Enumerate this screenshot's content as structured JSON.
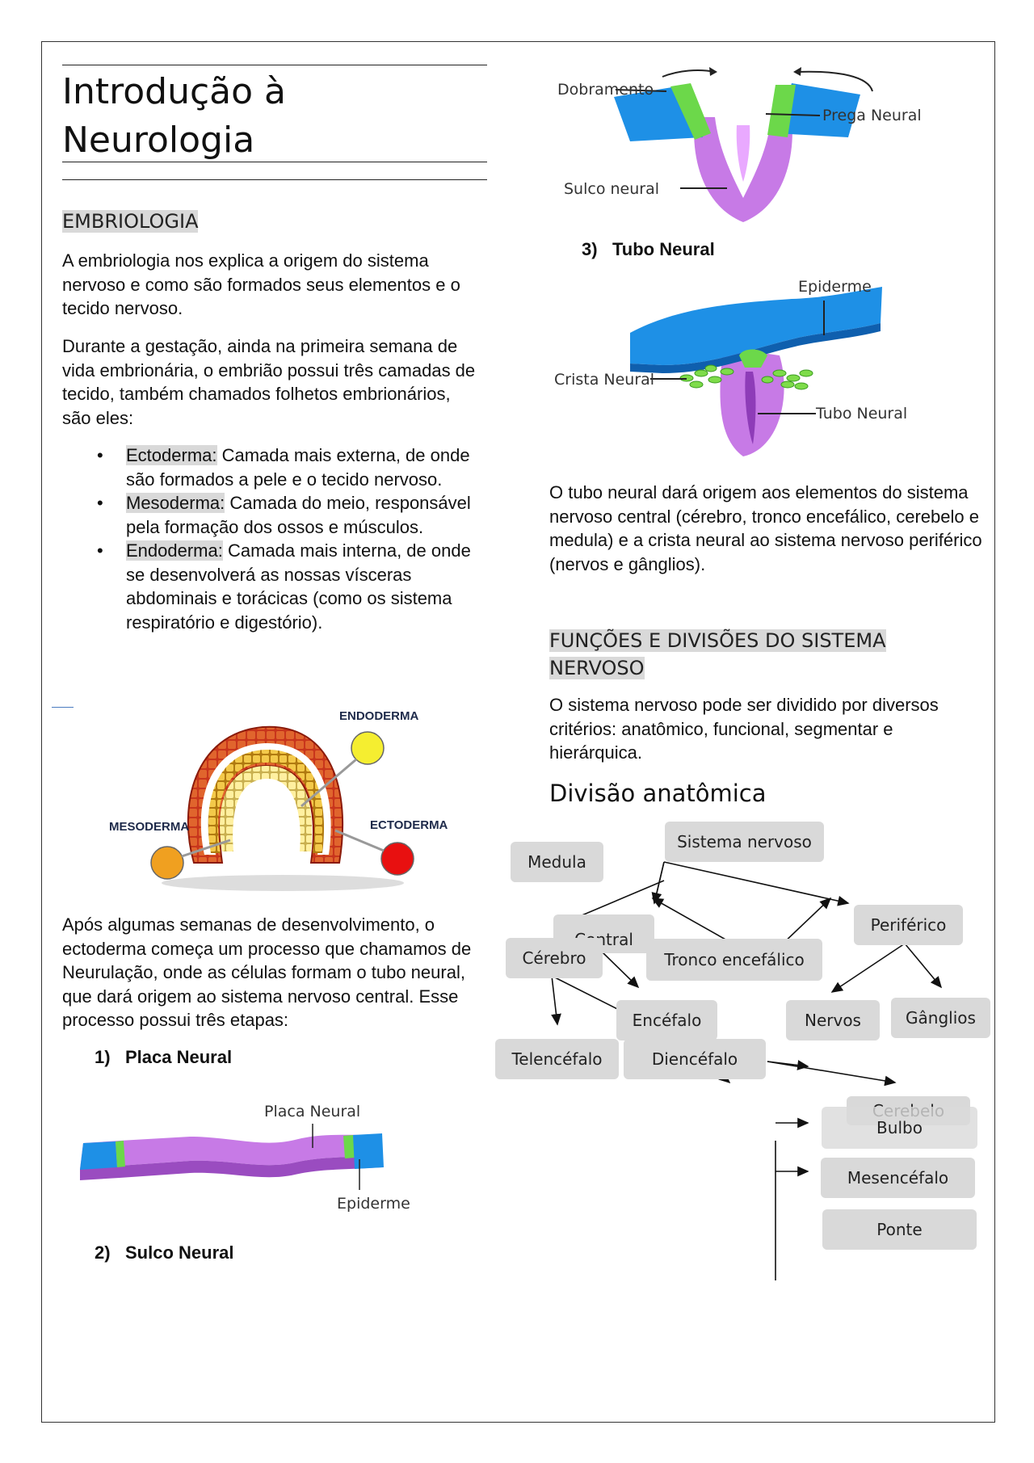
{
  "doc": {
    "title": "Introdução à Neurologia",
    "section1": "EMBRIOLOGIA",
    "p1": "A embriologia nos explica a origem do sistema nervoso e como são formados seus elementos e o tecido nervoso.",
    "p2": "Durante a gestação, ainda na primeira semana de vida embrionária, o embrião possui três camadas de tecido, também chamados folhetos embrionários, são eles:",
    "bullets": [
      {
        "term": "Ectoderma:",
        "text": " Camada mais externa, de onde são formados a pele e o tecido nervoso."
      },
      {
        "term": "Mesoderma:",
        "text": " Camada do meio, responsável pela formação dos ossos e músculos."
      },
      {
        "term": "Endoderma:",
        "text": " Camada mais interna, de onde se desenvolverá as nossas vísceras abdominais e torácicas (como os sistema respiratório e digestório)."
      }
    ],
    "p3": "Após algumas semanas de desenvolvimento, o ectoderma começa um processo que chamamos de Neurulação, onde as células formam o tubo neural, que dará origem ao sistema nervoso central. Esse processo possui três etapas:",
    "steps": [
      {
        "num": "1)",
        "label": "Placa Neural"
      },
      {
        "num": "2)",
        "label": "Sulco Neural"
      },
      {
        "num": "3)",
        "label": "Tubo Neural"
      }
    ],
    "p4": "O tubo neural dará origem aos elementos do sistema nervoso central (cérebro, tronco encefálico, cerebelo e medula) e a crista neural ao sistema nervoso periférico (nervos e gânglios).",
    "section2": "FUNÇÕES E DIVISÕES DO SISTEMA NERVOSO",
    "p5": "O sistema nervoso pode ser dividido por diversos critérios:  anatômico, funcional, segmentar e hierárquica.",
    "subhead": "Divisão anatômica"
  },
  "figures": {
    "germ": {
      "endoderma": "ENDODERMA",
      "mesoderma": "MESODERMA",
      "ectoderma": "ECTODERMA"
    },
    "placa": {
      "placa_neural": "Placa Neural",
      "epiderme": "Epiderme"
    },
    "sulco": {
      "dobramento": "Dobramento",
      "prega_neural": "Prega Neural",
      "sulco_neural": "Sulco neural"
    },
    "tubo": {
      "epiderme": "Epiderme",
      "crista_neural": "Crista Neural",
      "tubo_neural": "Tubo Neural"
    }
  },
  "diagram": {
    "sistema_nervoso": "Sistema nervoso",
    "medula": "Medula",
    "central": "Central",
    "periferico": "Periférico",
    "cerebro": "Cérebro",
    "tronco_encefalico": "Tronco encefálico",
    "nervos": "Nervos",
    "ganglios": "Gânglios",
    "encefalo": "Encéfalo",
    "telencefalo": "Telencéfalo",
    "diencefalo": "Diencéfalo",
    "cerebelo": "Cerebelo",
    "bulbo": "Bulbo",
    "mesencefalo": "Mesencéfalo",
    "ponte": "Ponte"
  },
  "colors": {
    "highlight": "#d9d9d9",
    "box": "#d9d9d9",
    "epiderme_blue": "#1e90e6",
    "neural_purple": "#c77ae6",
    "crest_green": "#7edc4a"
  }
}
